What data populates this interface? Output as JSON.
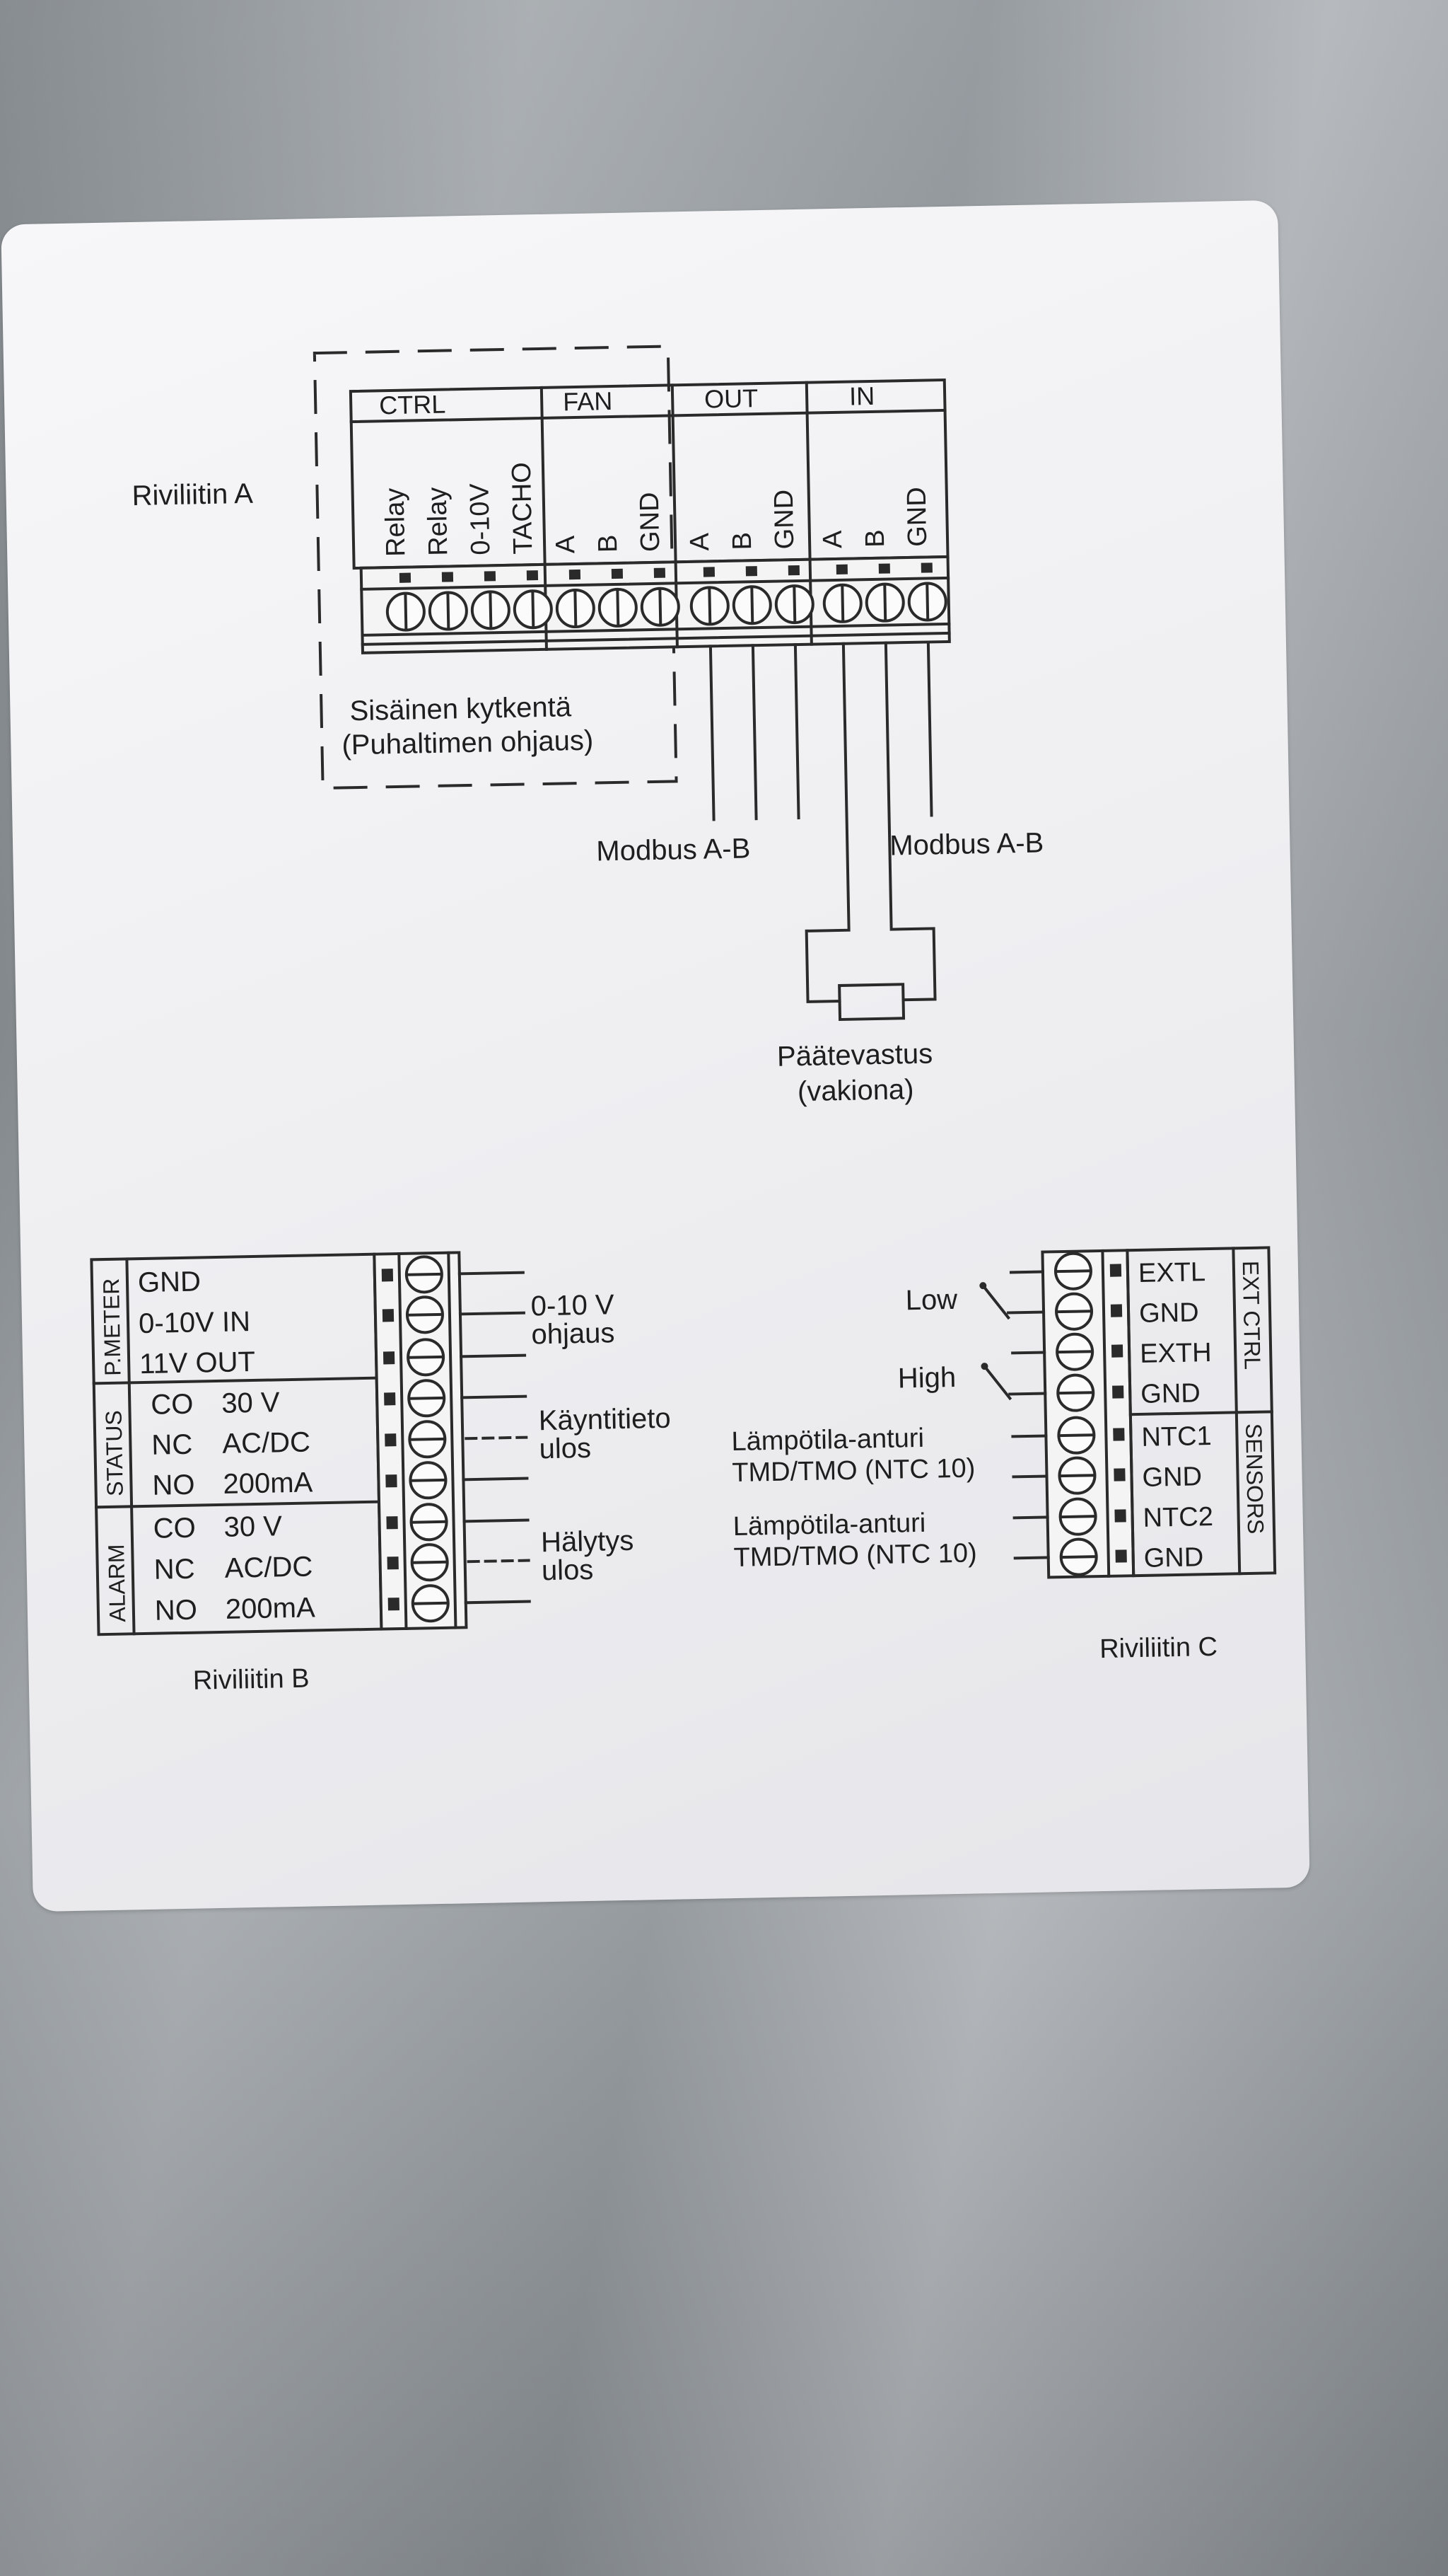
{
  "connector_a": {
    "title": "Riviliitin A",
    "groups": [
      "CTRL",
      "FAN",
      "OUT",
      "IN"
    ],
    "ctrl_pins": [
      "Relay",
      "Relay",
      "0-10V",
      "TACHO"
    ],
    "fan_pins": [
      "A",
      "B",
      "GND"
    ],
    "out_pins": [
      "A",
      "B",
      "GND"
    ],
    "in_pins": [
      "A",
      "B",
      "GND"
    ],
    "internal_line1": "Sisäinen kytkentä",
    "internal_line2": "(Puhaltimen ohjaus)",
    "modbus_left": "Modbus A-B",
    "modbus_right": "Modbus A-B",
    "terminator_line1": "Päätevastus",
    "terminator_line2": "(vakiona)"
  },
  "connector_b": {
    "title": "Riviliitin B",
    "pmeter_group": "P.METER",
    "pmeter_rows": [
      "GND",
      "0-10V IN",
      "11V OUT"
    ],
    "status_group": "STATUS",
    "status_rows": [
      {
        "pin": "CO",
        "spec": "30 V"
      },
      {
        "pin": "NC",
        "spec": "AC/DC"
      },
      {
        "pin": "NO",
        "spec": "200mA"
      }
    ],
    "alarm_group": "ALARM",
    "alarm_rows": [
      {
        "pin": "CO",
        "spec": "30 V"
      },
      {
        "pin": "NC",
        "spec": "AC/DC"
      },
      {
        "pin": "NO",
        "spec": "200mA"
      }
    ],
    "control_line1": "0-10 V",
    "control_line2": "ohjaus",
    "run_line1": "Käyntitieto",
    "run_line2": "ulos",
    "alarm_line1": "Hälytys",
    "alarm_line2": "ulos"
  },
  "connector_c": {
    "title": "Riviliitin C",
    "ext_group": "EXT CTRL",
    "ext_rows": [
      "EXTL",
      "GND",
      "EXTH",
      "GND"
    ],
    "sensor_group": "SENSORS",
    "sensor_rows": [
      "NTC1",
      "GND",
      "NTC2",
      "GND"
    ],
    "low_label": "Low",
    "high_label": "High",
    "sensor1_line1": "Lämpötila-anturi",
    "sensor1_line2": "TMD/TMO (NTC 10)",
    "sensor2_line1": "Lämpötila-anturi",
    "sensor2_line2": "TMD/TMO (NTC 10)"
  }
}
